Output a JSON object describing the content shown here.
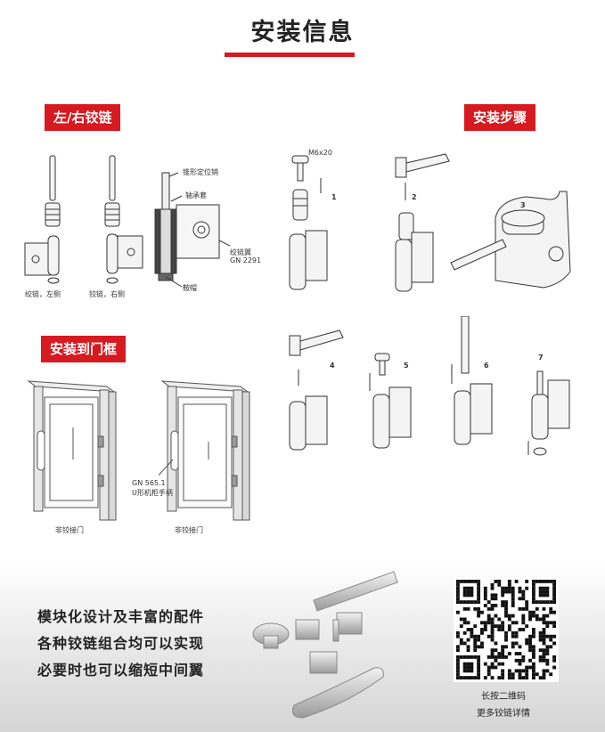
{
  "header": {
    "title": "安装信息"
  },
  "sections": {
    "hinge": "左/右铰链",
    "steps": "安装步骤",
    "frame": "安装到门框"
  },
  "hinge_labels": {
    "left": "绞链，左侧",
    "right": "铰链，右侧",
    "cone_pin": "锥形定位销",
    "bushing": "轴承套",
    "wing": "绞链翼",
    "wing_code": "GN 2291",
    "cap": "鞍帽"
  },
  "steps": {
    "screw": "M6x20",
    "nums": [
      "1",
      "2",
      "3",
      "4",
      "5",
      "6",
      "7"
    ]
  },
  "frame_labels": {
    "handle_code": "GN 565.1",
    "handle_name": "U形机柜手柄",
    "door_left": "非铰接门",
    "door_right": "非铰接门"
  },
  "bottom": {
    "lines": [
      "模块化设计及丰富的配件",
      "各种铰链组合均可以实现",
      "必要时也可以缩短中间翼"
    ],
    "qr_line1": "长按二维码",
    "qr_line2": "更多铰链详情"
  },
  "colors": {
    "accent": "#d71920"
  }
}
